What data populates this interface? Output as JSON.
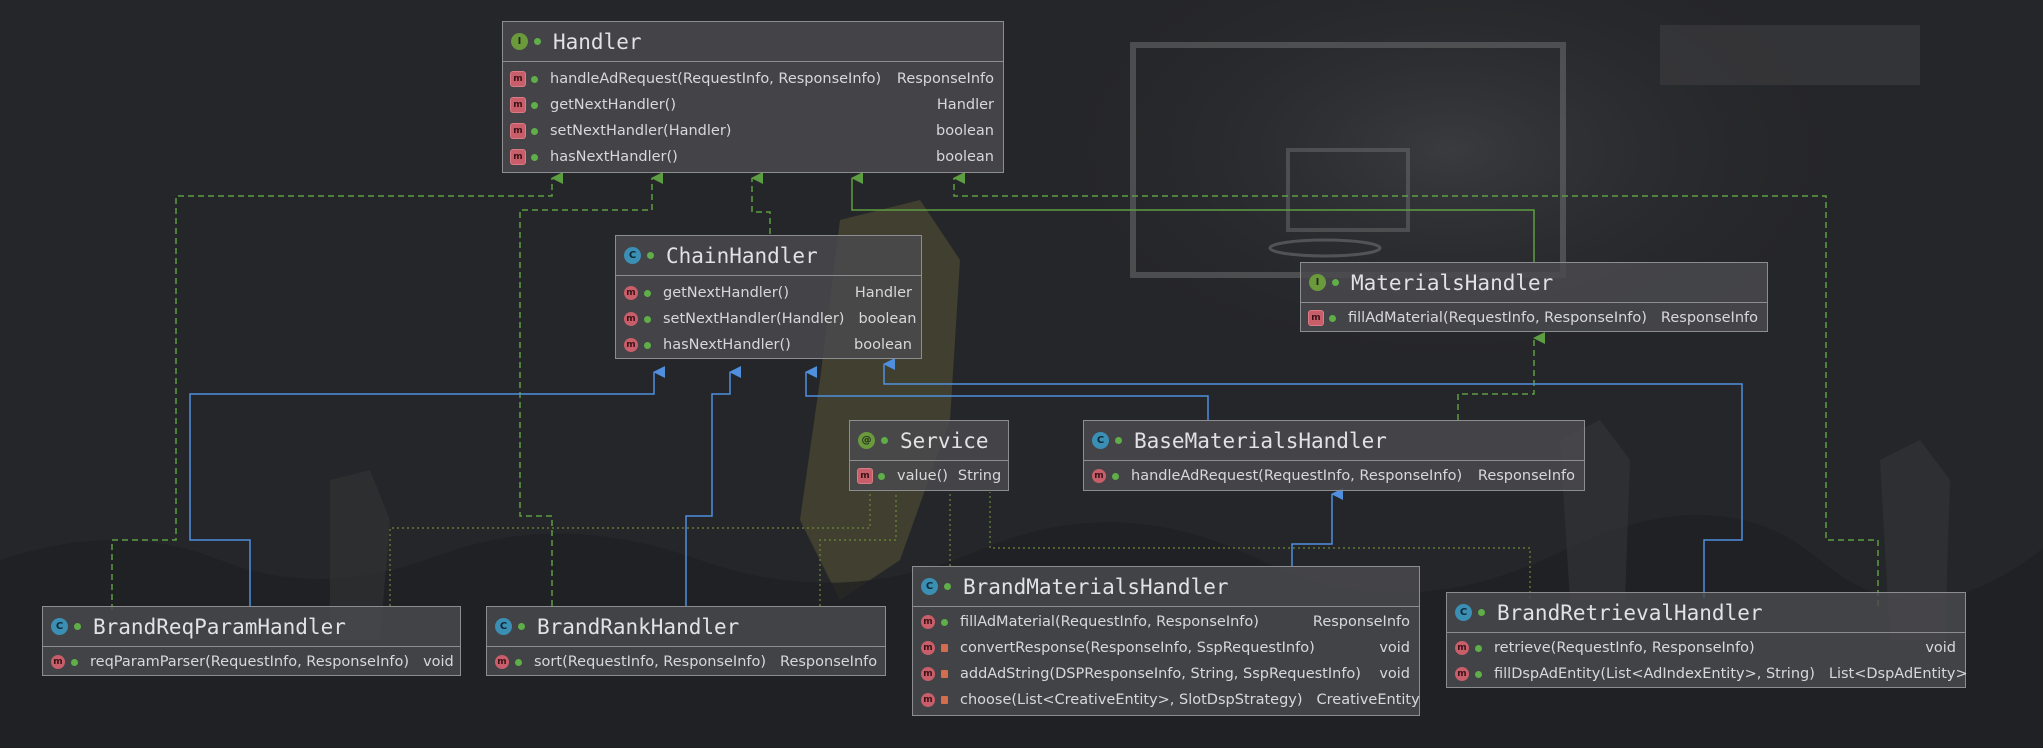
{
  "colors": {
    "background": "#26272a",
    "node_fill": "#4a4b4f",
    "node_border": "#8b8d91",
    "implements_edge": "#5d9e43",
    "extends_edge": "#4f8fde",
    "dependency_edge": "#6c8a37",
    "interface_badge": "#6a9a3c",
    "class_badge": "#3b8fb5",
    "method_badge": "#c75e6a"
  },
  "nodes": {
    "handler": {
      "name": "Handler",
      "kind": "interface",
      "kind_icon": "I",
      "members": [
        {
          "sig": "handleAdRequest(RequestInfo, ResponseInfo)",
          "ret": "ResponseInfo"
        },
        {
          "sig": "getNextHandler()",
          "ret": "Handler"
        },
        {
          "sig": "setNextHandler(Handler)",
          "ret": "boolean"
        },
        {
          "sig": "hasNextHandler()",
          "ret": "boolean"
        }
      ]
    },
    "chain_handler": {
      "name": "ChainHandler",
      "kind": "abstract",
      "kind_icon": "C",
      "members": [
        {
          "sig": "getNextHandler()",
          "ret": "Handler"
        },
        {
          "sig": "setNextHandler(Handler)",
          "ret": "boolean"
        },
        {
          "sig": "hasNextHandler()",
          "ret": "boolean"
        }
      ]
    },
    "materials_handler": {
      "name": "MaterialsHandler",
      "kind": "interface",
      "kind_icon": "I",
      "members": [
        {
          "sig": "fillAdMaterial(RequestInfo, ResponseInfo)",
          "ret": "ResponseInfo"
        }
      ]
    },
    "service": {
      "name": "Service",
      "kind": "annotation",
      "kind_icon": "@",
      "members": [
        {
          "sig": "value()",
          "ret": "String"
        }
      ]
    },
    "base_materials_handler": {
      "name": "BaseMaterialsHandler",
      "kind": "abstract",
      "kind_icon": "C",
      "members": [
        {
          "sig": "handleAdRequest(RequestInfo, ResponseInfo)",
          "ret": "ResponseInfo"
        }
      ]
    },
    "brand_materials_handler": {
      "name": "BrandMaterialsHandler",
      "kind": "class",
      "kind_icon": "C",
      "members": [
        {
          "sig": "fillAdMaterial(RequestInfo, ResponseInfo)",
          "ret": "ResponseInfo"
        },
        {
          "sig": "convertResponse(ResponseInfo, SspRequestInfo)",
          "ret": "void"
        },
        {
          "sig": "addAdString(DSPResponseInfo, String, SspRequestInfo)",
          "ret": "void"
        },
        {
          "sig": "choose(List<CreativeEntity>, SlotDspStrategy)",
          "ret": "CreativeEntity"
        }
      ]
    },
    "brand_req_param_handler": {
      "name": "BrandReqParamHandler",
      "kind": "class",
      "kind_icon": "C",
      "members": [
        {
          "sig": "reqParamParser(RequestInfo, ResponseInfo)",
          "ret": "void"
        }
      ]
    },
    "brand_rank_handler": {
      "name": "BrandRankHandler",
      "kind": "class",
      "kind_icon": "C",
      "members": [
        {
          "sig": "sort(RequestInfo, ResponseInfo)",
          "ret": "ResponseInfo"
        }
      ]
    },
    "brand_retrieval_handler": {
      "name": "BrandRetrievalHandler",
      "kind": "class",
      "kind_icon": "C",
      "members": [
        {
          "sig": "retrieve(RequestInfo, ResponseInfo)",
          "ret": "void"
        },
        {
          "sig": "fillDspAdEntity(List<AdIndexEntity>, String)",
          "ret": "List<DspAdEntity>"
        }
      ]
    }
  }
}
